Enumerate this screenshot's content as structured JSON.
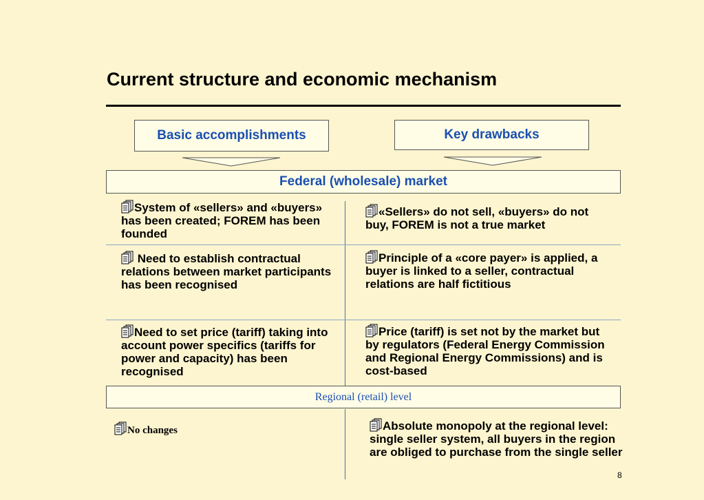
{
  "title": "Current structure and economic mechanism",
  "headers": {
    "left": "Basic accomplishments",
    "right": "Key drawbacks"
  },
  "federal_band": "Federal (wholesale) market",
  "federal_rows": [
    {
      "left": "System of «sellers» and «buyers» has been created; FOREM has been founded",
      "right": "«Sellers» do not sell, «buyers» do not buy, FOREM is not a true market"
    },
    {
      "left": " Need to establish contractual relations between market participants has been recognised",
      "right": "Principle of a «core payer» is applied, a buyer is linked to a seller, contractual relations are half fictitious"
    },
    {
      "left": "Need to set price (tariff) taking into account power specifics (tariffs for power and capacity) has been recognised",
      "right": "Price (tariff) is set not by the market but by regulators (Federal Energy Commission and Regional Energy Commissions) and is cost-based"
    }
  ],
  "regional_band": "Regional (retail) level",
  "regional_row": {
    "left": "No changes",
    "right": "Absolute monopoly at the regional level: single seller system, all buyers in the region are obliged to purchase from the single seller"
  },
  "page_number": "8",
  "icon": "document-stack-icon",
  "colors": {
    "background": "#fdf5cf",
    "box_fill": "#fffde6",
    "accent_text": "#1a4fb0"
  }
}
